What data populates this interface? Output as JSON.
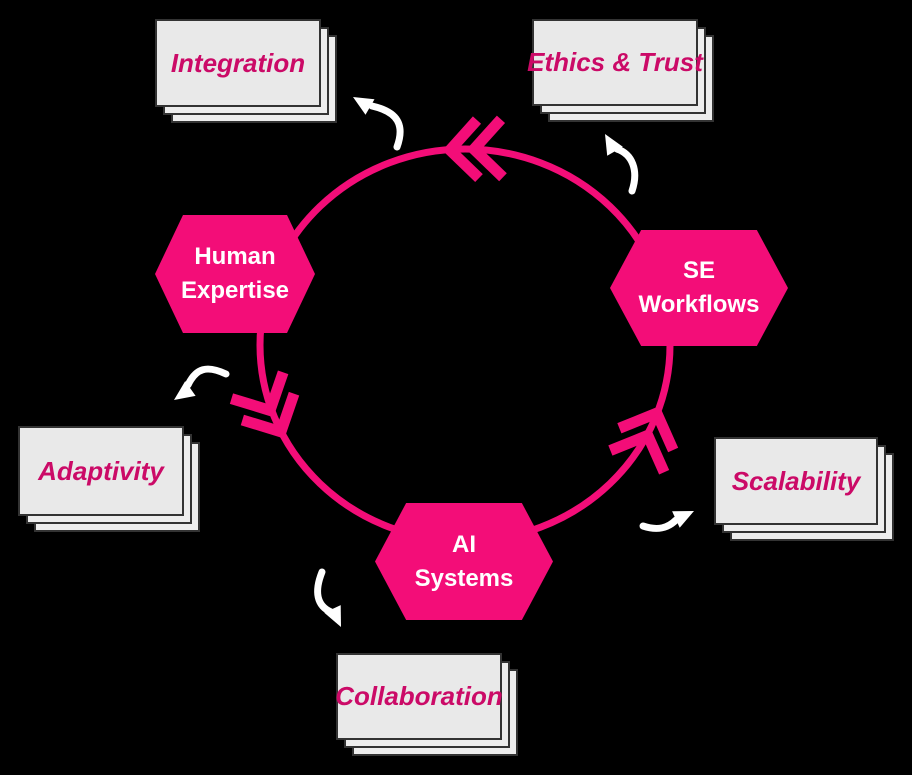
{
  "diagram": {
    "type": "cycle-diagram",
    "flow_direction": "counterclockwise"
  },
  "colors": {
    "background": "#000000",
    "accent_pink": "#F30D78",
    "card_fill": "#E9E9E9",
    "sheet_fill": "#EDEDED",
    "card_border": "#333333",
    "card_text": "#CB0A67",
    "node_text": "#FFFFFF",
    "callout_arrow": "#FFFFFF"
  },
  "nodes": {
    "human_expertise": {
      "line1": "Human",
      "line2": "Expertise"
    },
    "se_workflows": {
      "line1": "SE",
      "line2": "Workflows"
    },
    "ai_systems": {
      "line1": "AI",
      "line2": "Systems"
    }
  },
  "edges": [
    {
      "from": "se_workflows",
      "to": "human_expertise",
      "via": "top-arc"
    },
    {
      "from": "human_expertise",
      "to": "ai_systems",
      "via": "left-arc"
    },
    {
      "from": "ai_systems",
      "to": "se_workflows",
      "via": "right-arc"
    }
  ],
  "cards": {
    "integration": {
      "label": "Integration",
      "position": "top-left"
    },
    "ethics_trust": {
      "label": "Ethics & Trust",
      "position": "top-right"
    },
    "adaptivity": {
      "label": "Adaptivity",
      "position": "middle-left"
    },
    "scalability": {
      "label": "Scalability",
      "position": "middle-right"
    },
    "collaboration": {
      "label": "Collaboration",
      "position": "bottom-center"
    }
  }
}
